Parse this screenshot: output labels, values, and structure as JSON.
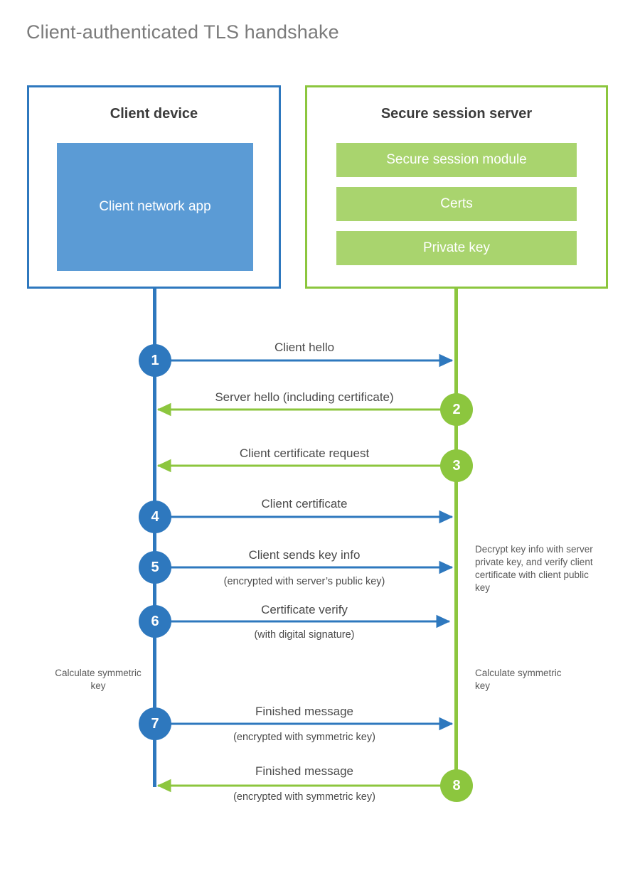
{
  "title": "Client-authenticated TLS handshake",
  "colors": {
    "client_blue": "#2e78be",
    "client_app_fill": "#5b9bd5",
    "server_green": "#8cc63e",
    "server_bar_fill": "#a9d46e",
    "title_gray": "#7b7b7b",
    "text_gray": "#4a4a4a"
  },
  "client_panel": {
    "title": "Client device",
    "app_label": "Client network app"
  },
  "server_panel": {
    "title": "Secure session server",
    "modules": [
      {
        "label": "Secure session module"
      },
      {
        "label": "Certs"
      },
      {
        "label": "Private key"
      }
    ]
  },
  "steps": [
    {
      "number": "1",
      "side": "client",
      "direction": "right",
      "label": "Client hello",
      "sublabel": ""
    },
    {
      "number": "2",
      "side": "server",
      "direction": "left",
      "label": "Server hello (including certificate)",
      "sublabel": ""
    },
    {
      "number": "3",
      "side": "server",
      "direction": "left",
      "label": "Client certificate request",
      "sublabel": ""
    },
    {
      "number": "4",
      "side": "client",
      "direction": "right",
      "label": "Client certificate",
      "sublabel": ""
    },
    {
      "number": "5",
      "side": "client",
      "direction": "right",
      "label": "Client sends key info",
      "sublabel": "(encrypted with server’s public key)"
    },
    {
      "number": "6",
      "side": "client",
      "direction": "right",
      "label": "Certificate verify",
      "sublabel": "(with digital signature)"
    },
    {
      "number": "7",
      "side": "client",
      "direction": "right",
      "label": "Finished message",
      "sublabel": "(encrypted with symmetric key)"
    },
    {
      "number": "8",
      "side": "server",
      "direction": "left",
      "label": "Finished message",
      "sublabel": "(encrypted with symmetric key)"
    }
  ],
  "notes": {
    "server_decrypt": "Decrypt key info with server private key, and verify client certificate with client public key",
    "client_calculate": "Calculate symmetric key",
    "server_calculate": "Calculate symmetric key"
  }
}
